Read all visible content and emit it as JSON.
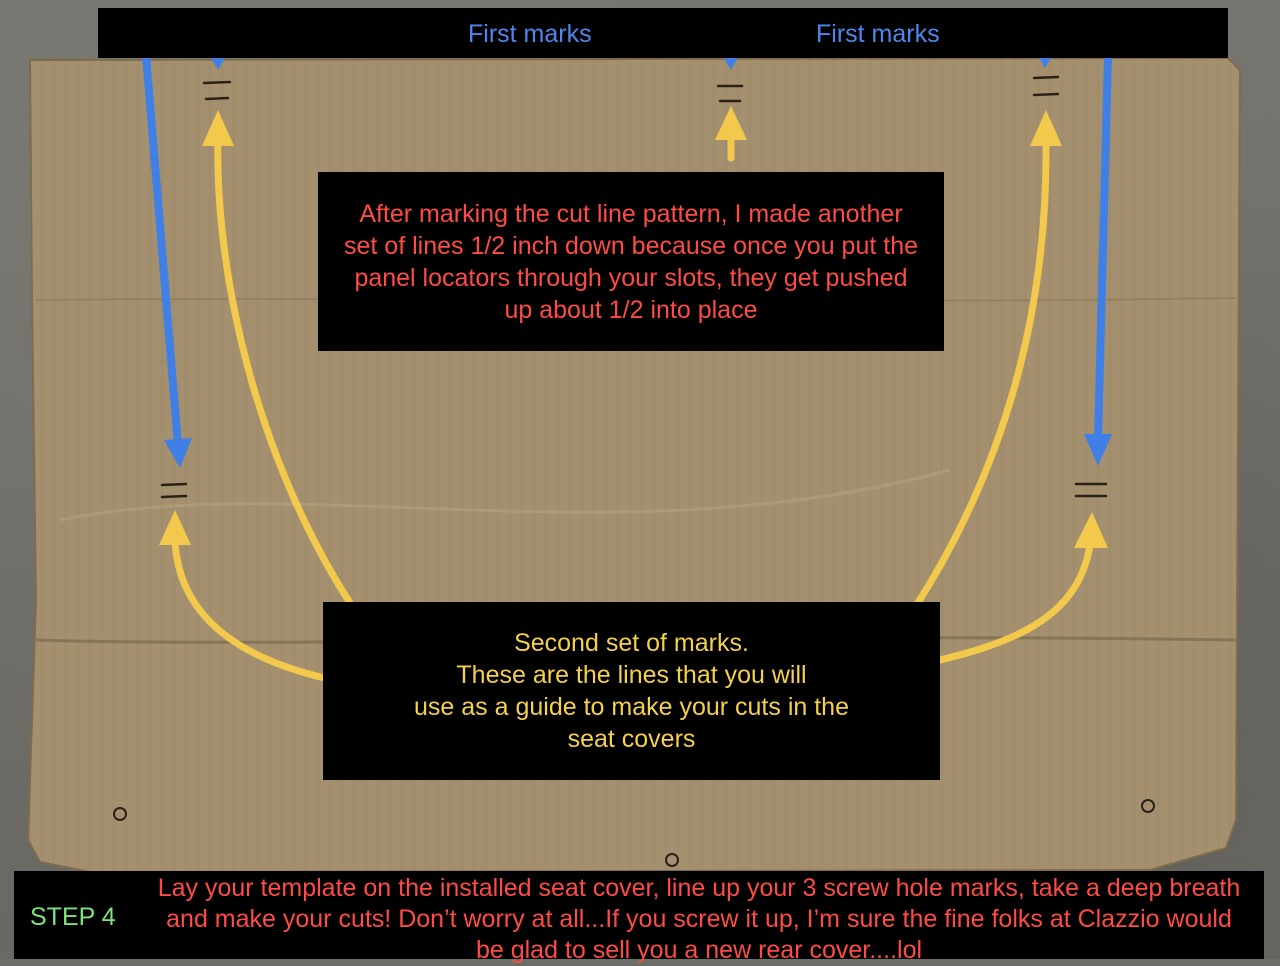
{
  "top_banner": {
    "label_left": "First marks",
    "label_right": "First marks"
  },
  "note_top": {
    "text": "After marking the cut line pattern, I made another set of lines 1/2 inch down because once you put the panel locators through your slots, they get pushed up about 1/2 into place"
  },
  "note_middle": {
    "lines": [
      "Second set of marks.",
      "These are the lines that you will",
      "use as a guide to make your cuts in the",
      "seat covers"
    ]
  },
  "bottom_banner": {
    "step": "STEP 4",
    "text": "Lay your template on the installed seat cover, line up your 3 screw hole marks, take a deep breath and make your cuts! Don’t worry at all...If you screw it up, I’m sure the fine folks at Clazzio would be glad to sell you a new rear cover....lol"
  },
  "colors": {
    "blue_arrow": "#3f7fe6",
    "yellow_arrow": "#f2c94c",
    "red_text": "#ff4b45",
    "yellow_text": "#f4d14c",
    "green_text": "#7ee27b",
    "cardboard": "#a08b6a"
  }
}
